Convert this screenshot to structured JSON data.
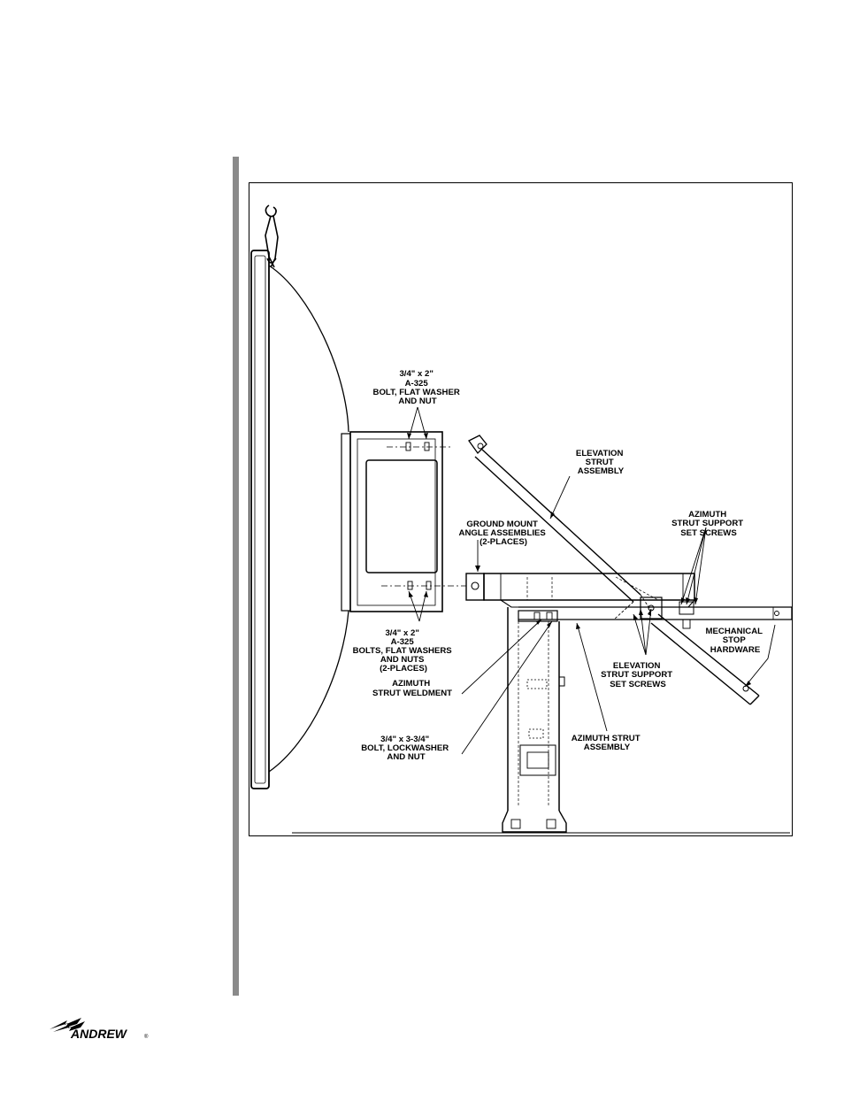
{
  "figure": {
    "callouts": {
      "top_bolt": [
        "3/4\" x 2\"",
        "A-325",
        "BOLT, FLAT WASHER",
        "AND NUT"
      ],
      "elevation_strut": [
        "ELEVATION",
        "STRUT",
        "ASSEMBLY"
      ],
      "azimuth_set_screws": [
        "AZIMUTH",
        "STRUT SUPPORT",
        "SET SCREWS"
      ],
      "ground_mount": [
        "GROUND MOUNT",
        "ANGLE ASSEMBLIES",
        "(2-PLACES)"
      ],
      "mechanical_stop": [
        "MECHANICAL",
        "STOP",
        "HARDWARE"
      ],
      "bottom_bolts": [
        "3/4\" x 2\"",
        "A-325",
        "BOLTS, FLAT WASHERS",
        "AND NUTS",
        "(2-PLACES)"
      ],
      "elevation_set_screws": [
        "ELEVATION",
        "STRUT SUPPORT",
        "SET SCREWS"
      ],
      "azimuth_weldment": [
        "AZIMUTH",
        "STRUT WELDMENT"
      ],
      "lock_bolt": [
        "3/4\" x 3-3/4\"",
        "BOLT, LOCKWASHER",
        "AND NUT"
      ],
      "azimuth_assembly": [
        "AZIMUTH STRUT",
        "ASSEMBLY"
      ]
    }
  },
  "footer": {
    "logo_text": "ANDREW"
  },
  "colors": {
    "line": "#000000",
    "change_bar": "#8a8a8a"
  }
}
